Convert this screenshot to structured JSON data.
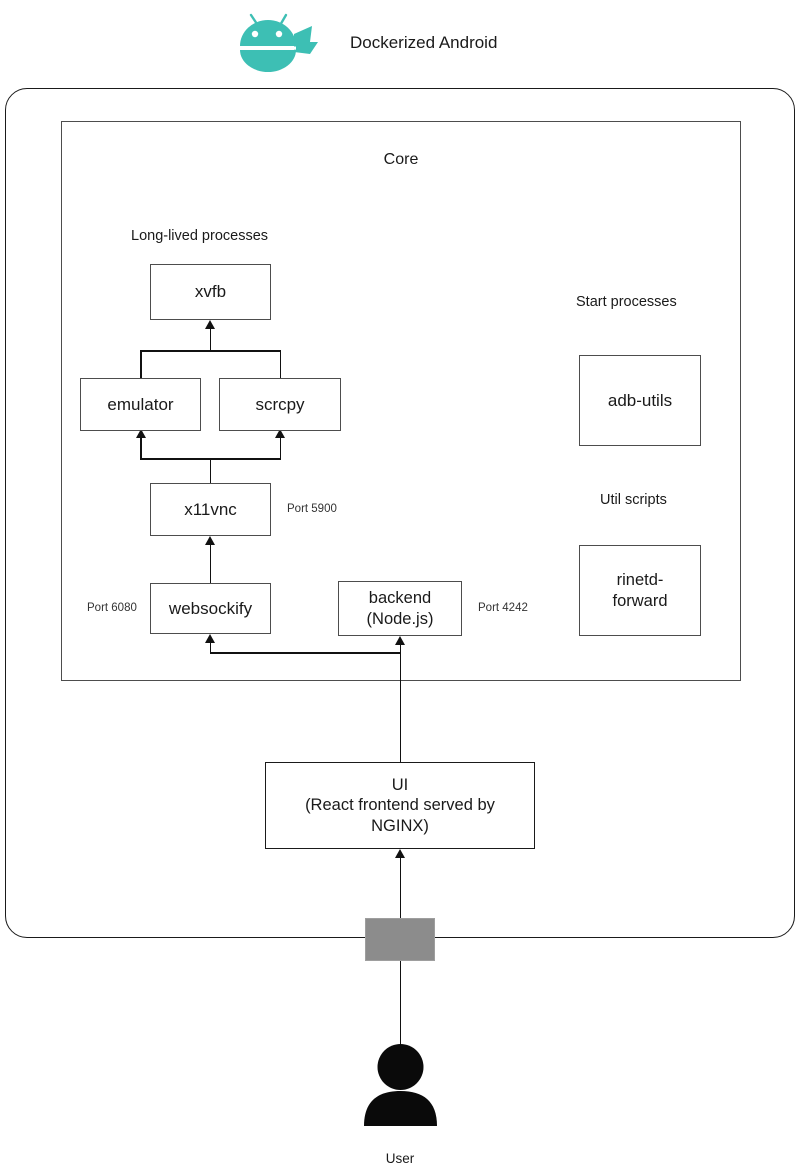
{
  "header": {
    "title": "Dockerized Android",
    "logo_icon": "android-docker-whale-logo"
  },
  "outer_container": {
    "name": "dockerized-android-container"
  },
  "core": {
    "title": "Core",
    "section_labels": {
      "long_lived": "Long-lived processes",
      "start_processes": "Start processes",
      "util_scripts": "Util scripts"
    },
    "nodes": {
      "xvfb": "xvfb",
      "emulator": "emulator",
      "scrcpy": "scrcpy",
      "x11vnc": "x11vnc",
      "websockify": "websockify",
      "backend": "backend\n(Node.js)",
      "backend_line1": "backend",
      "backend_line2": "(Node.js)",
      "adb_utils": "adb-utils",
      "rinetd_line1": "rinetd-",
      "rinetd_line2": "forward"
    },
    "ports": {
      "x11vnc": "Port 5900",
      "websockify": "Port 6080",
      "backend": "Port 4242"
    }
  },
  "ui_node": {
    "line1": "UI",
    "line2": "(React frontend served by",
    "line3": "NGINX)"
  },
  "gateway_node": {
    "name": "gateway-block",
    "color": "#8c8c8c"
  },
  "user": {
    "label": "User",
    "icon": "user-person-icon"
  },
  "colors": {
    "logo_teal": "#3dbfb4",
    "box_border": "#4d4d4d",
    "outer_border": "#1a1a1a",
    "line": "#111111",
    "gray_block": "#8c8c8c",
    "text": "#1a1a1a"
  }
}
